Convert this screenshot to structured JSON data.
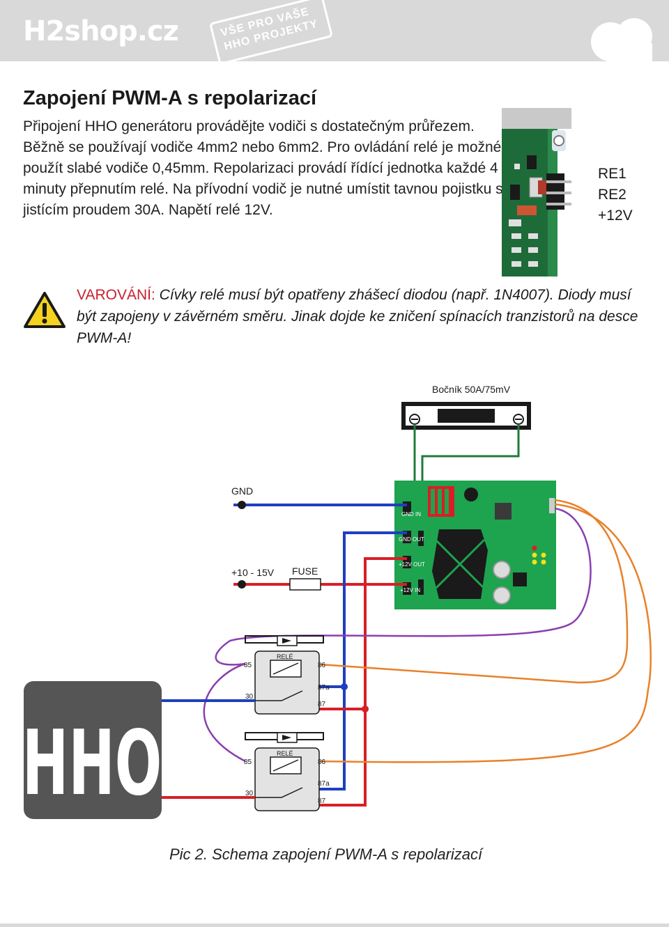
{
  "header": {
    "logo": "H2shop.cz",
    "tagline_1": "VŠE PRO VAŠE",
    "tagline_2": "HHO PROJEKTY"
  },
  "title": "Zapojení PWM-A s repolarizací",
  "intro": "Připojení HHO generátoru provádějte vodiči s dostatečným průřezem. Běžně se používají vodiče 4mm2 nebo 6mm2. Pro ovládání relé je možné použít slabé vodiče 0,45mm. Repolarizaci provádí řídící jednotka každé 4 minuty přepnutím relé. Na přívodní vodič je nutné umístit tavnou pojistku s jistícím proudem  30A. Napětí relé 12V.",
  "pins": {
    "re1": "RE1",
    "re2": "RE2",
    "v12": "+12V"
  },
  "warning": {
    "label": "VAROVÁNÍ:",
    "text": " Cívky relé musí být opatřeny zhášecí diodou (např. 1N4007). Diody musí být zapojeny v závěrném směru. Jinak dojde ke zničení spína­cích tranzistorů na desce PWM-A!"
  },
  "diagram": {
    "shunt_label": "Bočník 50A/75mV",
    "gnd_label": "GND",
    "supply_label": "+10 - 15V",
    "fuse_label": "FUSE",
    "pcb_gnd_in": "GND IN",
    "pcb_gnd_out": "GND OUT",
    "pcb_12v_out": "+12V OUT",
    "pcb_12v_in": "+12V IN",
    "relay_label": "RELÉ",
    "pin_85": "85",
    "pin_86": "86",
    "pin_30": "30",
    "pin_87a": "87a",
    "pin_87": "87",
    "hho_label": "HHO"
  },
  "caption": "Pic 2.  Schema zapojení PWM-A s repolarizací",
  "colors": {
    "header_bg": "#d9d9d9",
    "warning_red": "#c8202f",
    "wire_blue": "#1f3fbf",
    "wire_red": "#d81f26",
    "wire_green": "#1f7a3a",
    "wire_purple": "#8a3fb0",
    "wire_orange": "#e8812a",
    "pcb_green": "#1ea34f",
    "hho_box": "#555555"
  }
}
